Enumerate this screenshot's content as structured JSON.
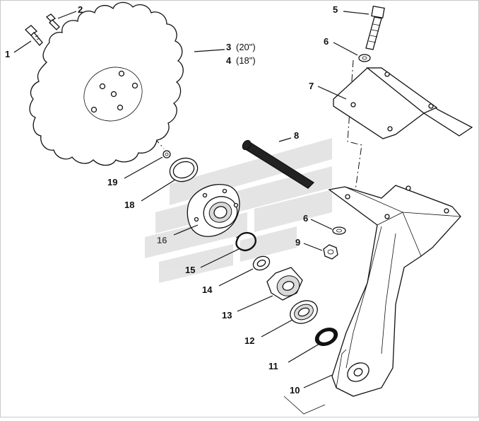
{
  "callouts": {
    "c1": "1",
    "c2": "2",
    "c3": "3",
    "c3_size": "(20\")",
    "c4": "4",
    "c4_size": "(18\")",
    "c5": "5",
    "c6a": "6",
    "c6b": "6",
    "c7": "7",
    "c8": "8",
    "c9": "9",
    "c10": "10",
    "c11": "11",
    "c12": "12",
    "c13": "13",
    "c14": "14",
    "c15": "15",
    "c16": "16",
    "c18": "18",
    "c19": "19"
  },
  "watermark": {
    "color": "#cfcfcf"
  }
}
